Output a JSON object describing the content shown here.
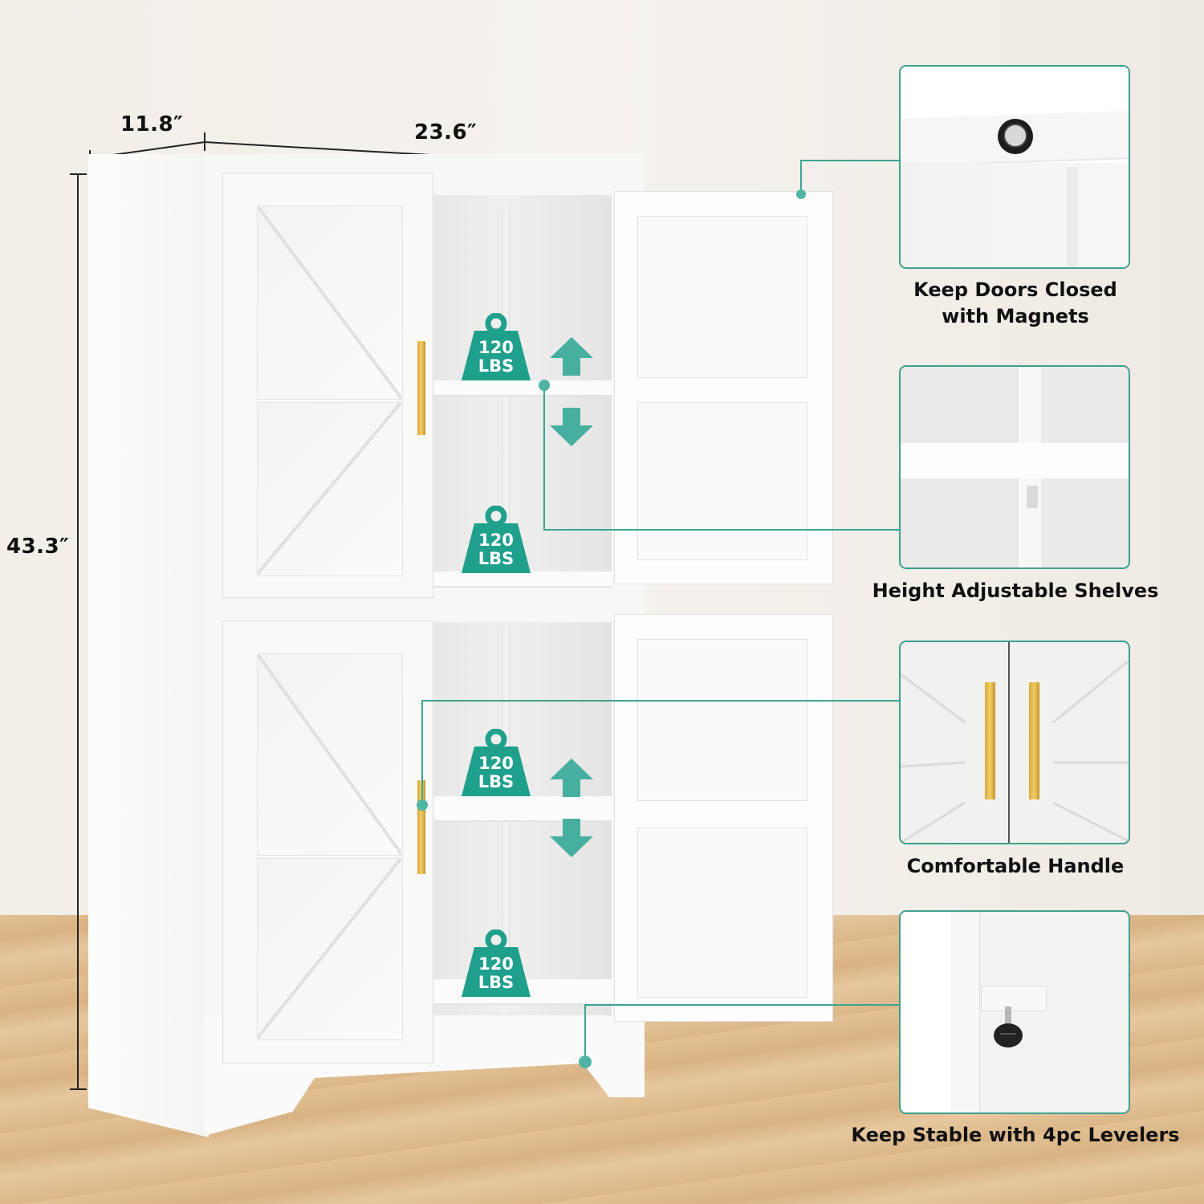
{
  "product": {
    "type": "storage cabinet",
    "color": "white",
    "accent_color": "#1fa08c",
    "handle_color": "#e3b84a"
  },
  "dimensions": {
    "depth": "11.8″",
    "width": "23.6″",
    "height": "43.3″"
  },
  "load_badges": [
    {
      "value": "120",
      "unit": "LBS"
    },
    {
      "value": "120",
      "unit": "LBS"
    },
    {
      "value": "120",
      "unit": "LBS"
    },
    {
      "value": "120",
      "unit": "LBS"
    }
  ],
  "features": [
    {
      "caption_line1": "Keep Doors Closed",
      "caption_line2": "with Magnets",
      "icon": "magnet-icon"
    },
    {
      "caption_line1": "Height Adjustable Shelves",
      "caption_line2": "",
      "icon": "shelf-rail-icon"
    },
    {
      "caption_line1": "Comfortable Handle",
      "caption_line2": "",
      "icon": "handle-icon"
    },
    {
      "caption_line1": "Keep Stable with 4pc Levelers",
      "caption_line2": "",
      "icon": "leveler-icon"
    }
  ]
}
